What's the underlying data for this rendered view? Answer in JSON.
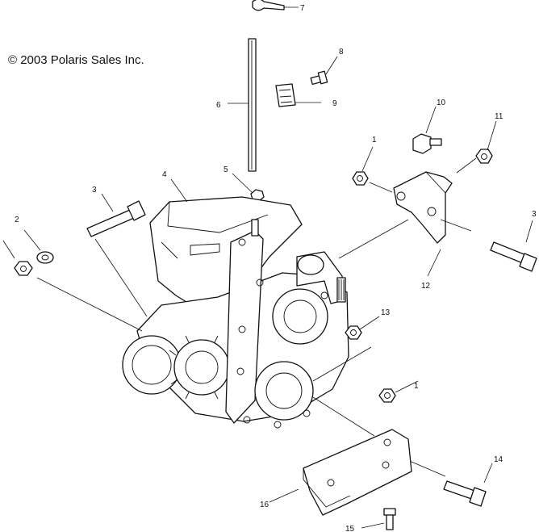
{
  "copyright": "© 2003 Polaris Sales Inc.",
  "callouts": {
    "c7": "7",
    "c8": "8",
    "c9": "9",
    "c6": "6",
    "c10": "10",
    "c11": "11",
    "c1a": "1",
    "c5": "5",
    "c4": "4",
    "c3a": "3",
    "c2": "2",
    "c3b": "3",
    "c12": "12",
    "c13": "13",
    "c1b": "1",
    "c14": "14",
    "c16": "16",
    "c15": "15"
  }
}
